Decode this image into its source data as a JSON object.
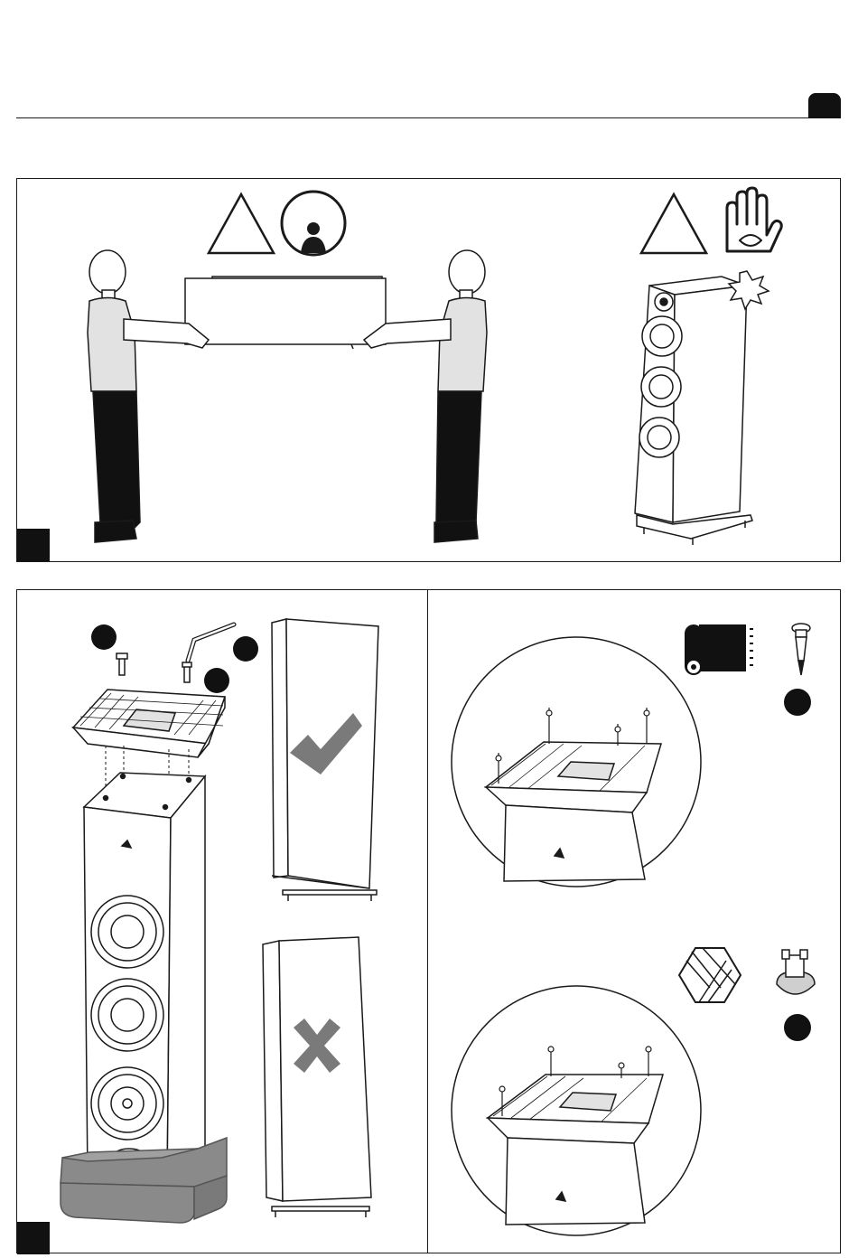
{
  "page": {
    "header_tab_label": "",
    "panels": [
      {
        "id": "handling",
        "step_label": ""
      },
      {
        "id": "assembly",
        "step_label": ""
      },
      {
        "id": "floor-options"
      }
    ]
  },
  "icons": {
    "warning_left": "warning-triangle-icon",
    "two_person": "two-person-lift-icon",
    "warning_right": "warning-triangle-icon",
    "no_touch": "hand-no-touch-icon",
    "carpet": "carpet-roll-icon",
    "spike": "spike-icon",
    "hard_floor": "parquet-floor-icon",
    "pad": "rubber-pad-icon",
    "correct": "checkmark-icon",
    "incorrect": "cross-icon"
  },
  "colors": {
    "ink": "#1a1a1a",
    "shirt": "#e2e2e2",
    "plinth": "#8a8a8a",
    "check": "#7a7a7a"
  }
}
